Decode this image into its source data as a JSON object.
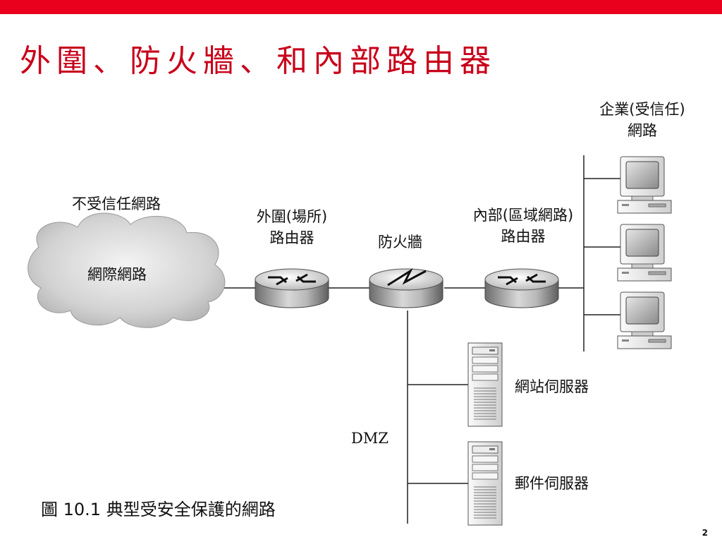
{
  "slide": {
    "title": "外圍、防火牆、和內部路由器",
    "caption": "圖 10.1 典型受安全保護的網路",
    "page_number": "2"
  },
  "labels": {
    "untrusted_network": "不受信任網路",
    "internet": "網際網路",
    "perimeter_router_line1": "外圍(場所)",
    "perimeter_router_line2": "路由器",
    "firewall": "防火牆",
    "internal_router_line1": "內部(區域網路)",
    "internal_router_line2": "路由器",
    "trusted_network_line1": "企業(受信任)",
    "trusted_network_line2": "網路",
    "web_server": "網站伺服器",
    "mail_server": "郵件伺服器",
    "dmz": "DMZ"
  },
  "colors": {
    "accent": "#e8001c",
    "title": "#c8001a"
  }
}
